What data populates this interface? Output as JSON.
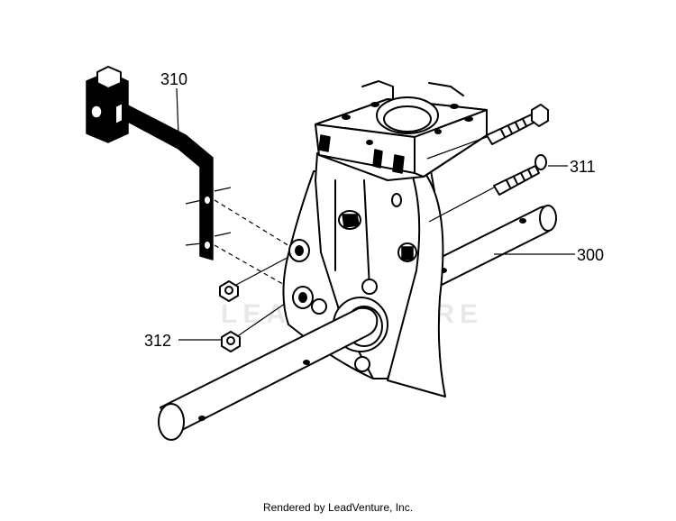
{
  "callouts": {
    "c310": "310",
    "c311": "311",
    "c300": "300",
    "c312": "312"
  },
  "watermark": "LEADVENTURE",
  "footer": "Rendered by LeadVenture, Inc."
}
